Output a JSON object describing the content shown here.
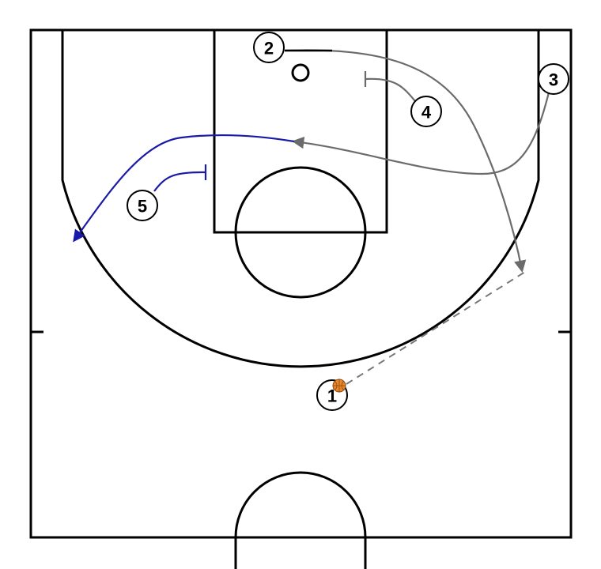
{
  "diagram": {
    "players": [
      {
        "id": "p1",
        "label": "1"
      },
      {
        "id": "p2",
        "label": "2"
      },
      {
        "id": "p3",
        "label": "3"
      },
      {
        "id": "p4",
        "label": "4"
      },
      {
        "id": "p5",
        "label": "5"
      }
    ],
    "colors": {
      "court_lines": "#000000",
      "movement_path": "#6b6b6b",
      "highlight_path": "#1a1aa8",
      "pass_line": "#777777",
      "ball": "#e8862a"
    },
    "icons": {
      "ball": "basketball-icon"
    }
  }
}
